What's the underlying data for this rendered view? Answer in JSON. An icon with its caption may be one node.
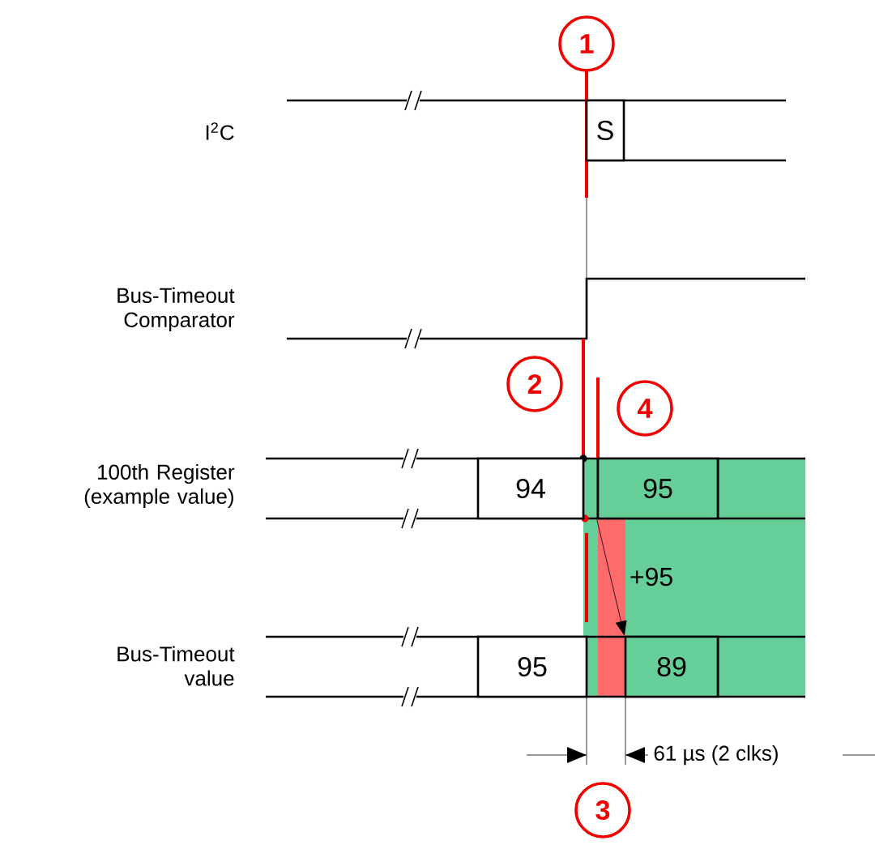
{
  "diagram": {
    "nodes": [
      {
        "text": [
          "S"
        ]
      },
      {
        "text": [
          "94"
        ]
      },
      {
        "text": [
          "95"
        ]
      },
      {
        "text": [
          "95"
        ]
      },
      {
        "text": [
          "89"
        ]
      }
    ],
    "edges": [
      {
        "from": 2,
        "to": 4,
        "arrow": "to",
        "label": "+95"
      }
    ],
    "labels": [
      "1",
      "I$^{2}$C",
      "Bus-Timeout Comparator",
      "2",
      "4",
      "100th Register (example value)",
      "Bus-Timeout value",
      "61 µs (2 clks)",
      "3"
    ]
  }
}
